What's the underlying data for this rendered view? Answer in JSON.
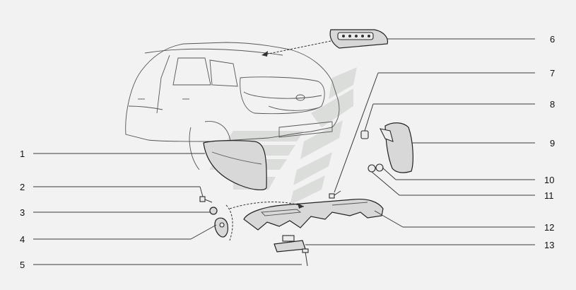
{
  "callouts": {
    "c1": "1",
    "c2": "2",
    "c3": "3",
    "c4": "4",
    "c5": "5",
    "c6": "6",
    "c7": "7",
    "c8": "8",
    "c9": "9",
    "c10": "10",
    "c11": "11",
    "c12": "12",
    "c13": "13"
  },
  "colors": {
    "background": "#f2f2f2",
    "line": "#3a3a3a",
    "watermark": "#c9ccc9"
  }
}
